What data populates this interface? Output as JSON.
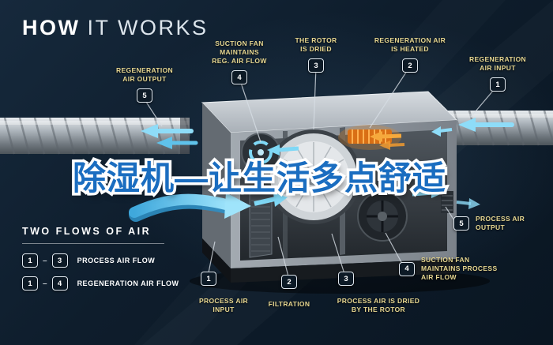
{
  "title": {
    "word_bold": "HOW",
    "word_light": "IT WORKS"
  },
  "overlay_text": "除湿机—让生活多点舒适",
  "callouts": [
    {
      "num": "5",
      "label": "REGENERATION\nAIR OUTPUT"
    },
    {
      "num": "4",
      "label": "SUCTION FAN\nMAINTAINS\nREG. AIR FLOW"
    },
    {
      "num": "3",
      "label": "THE ROTOR\nIS DRIED"
    },
    {
      "num": "2",
      "label": "REGENERATION AIR\nIS HEATED"
    },
    {
      "num": "1",
      "label": "REGENERATION\nAIR INPUT"
    },
    {
      "num": "5",
      "label": "PROCESS AIR\nOUTPUT"
    },
    {
      "num": "4",
      "label": "SUCTION FAN\nMAINTAINS PROCESS\nAIR FLOW"
    },
    {
      "num": "3",
      "label": "PROCESS AIR IS DRIED\nBY THE ROTOR"
    },
    {
      "num": "2",
      "label": "FILTRATION"
    },
    {
      "num": "1",
      "label": "PROCESS AIR\nINPUT"
    }
  ],
  "legend": {
    "title": "TWO FLOWS OF AIR",
    "separator": "–",
    "rows": [
      {
        "from": "1",
        "to": "3",
        "label": "PROCESS AIR FLOW"
      },
      {
        "from": "1",
        "to": "4",
        "label": "REGENERATION AIR FLOW"
      }
    ]
  },
  "colors": {
    "background_navy": "#0c1a28",
    "callout_text_gold": "#e6d690",
    "flow_cyan": "#7fd8f6",
    "heater_orange": "#f09a30",
    "overlay_blue": "#1a6dc0",
    "overlay_outline": "#ffffff"
  }
}
